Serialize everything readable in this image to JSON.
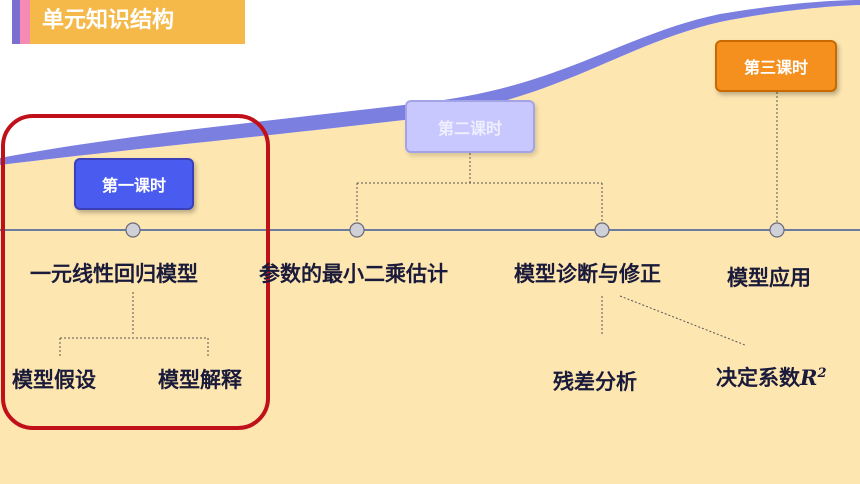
{
  "header": {
    "title": "单元知识结构",
    "accent_colors": [
      "#7b6fd0",
      "#f58bb4"
    ],
    "bar_color": "#f5b94a"
  },
  "lessons": [
    {
      "label": "第一课时",
      "color": "#4a5bf0"
    },
    {
      "label": "第二课时",
      "color": "#c8c8ff"
    },
    {
      "label": "第三课时",
      "color": "#f5901e"
    }
  ],
  "topics": {
    "model": "一元线性回归模型",
    "least_squares": "参数的最小二乘估计",
    "diagnosis": "模型诊断与修正",
    "application": "模型应用"
  },
  "subtopics": {
    "assumption": "模型假设",
    "interpretation": "模型解释",
    "residual": "残差分析",
    "determination": "决定系数",
    "r_symbol": "R",
    "r_power": "2"
  },
  "colors": {
    "background_fill": "#fde6b0",
    "curve_band": "#7b7fe0",
    "highlight_frame": "#c0101a",
    "timeline": "#3a5a9a"
  }
}
